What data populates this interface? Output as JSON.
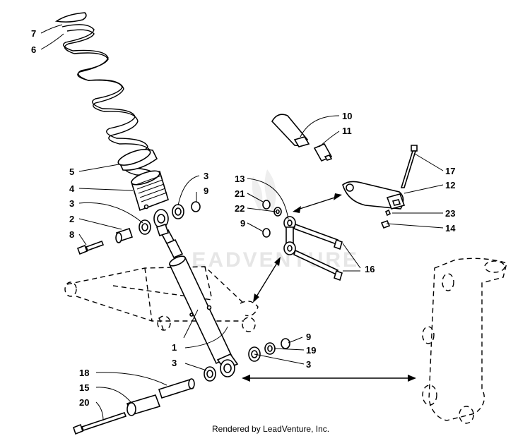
{
  "footer": "Rendered by LeadVenture, Inc.",
  "watermark": "LEADVENTURE",
  "callouts": [
    "7",
    "6",
    "5",
    "4",
    "3",
    "3",
    "9",
    "2",
    "8",
    "1",
    "3",
    "18",
    "15",
    "20",
    "9",
    "19",
    "3",
    "10",
    "11",
    "17",
    "12",
    "13",
    "21",
    "22",
    "9",
    "23",
    "14",
    "16"
  ]
}
